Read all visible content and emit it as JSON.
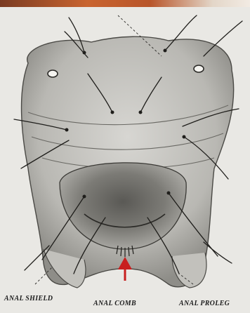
{
  "labels": {
    "anal_shield": "ANAL SHIELD",
    "anal_comb": "ANAL COMB",
    "anal_proleg": "ANAL PROLEG"
  },
  "colors": {
    "pointer_arrow": "#c81e1e",
    "ink": "#1d1d1d",
    "paper": "#e9e8e4"
  }
}
